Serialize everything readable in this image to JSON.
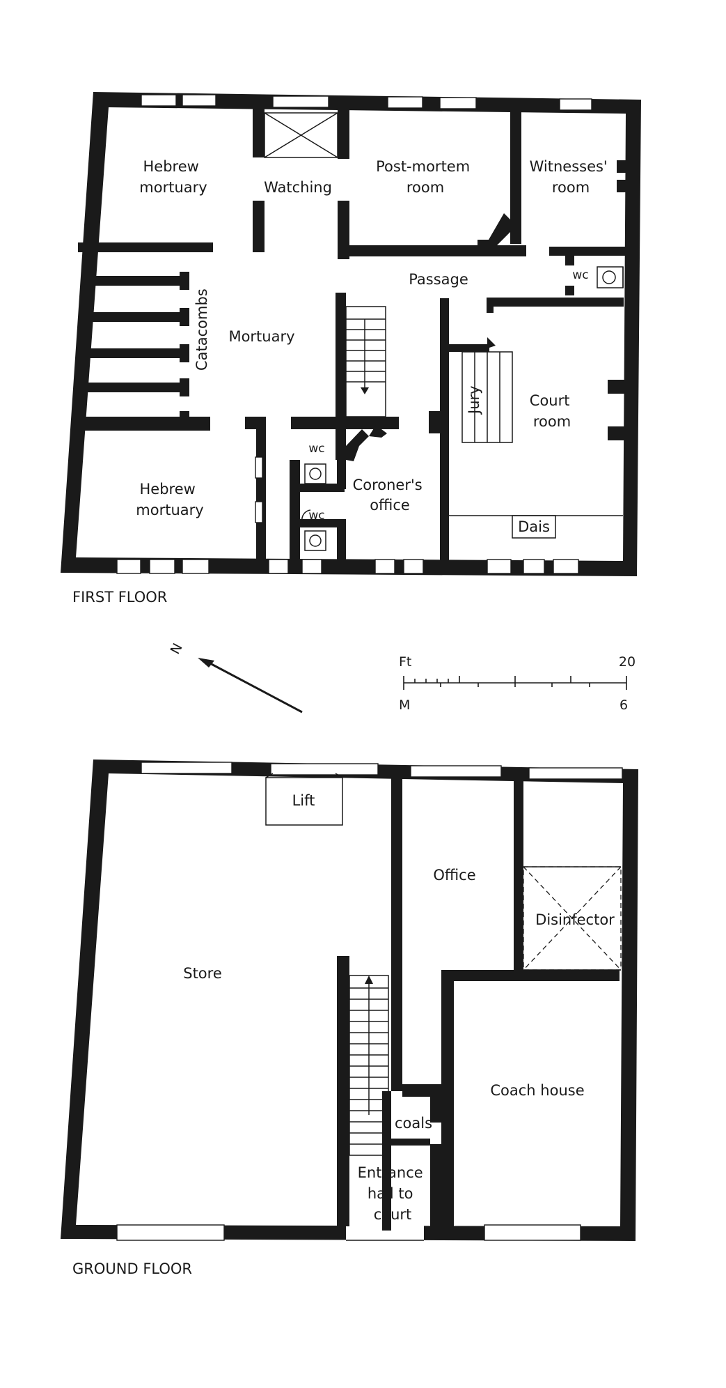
{
  "first_floor": {
    "title": "FIRST FLOOR",
    "rooms": {
      "hebrew_mortuary_top": [
        "Hebrew",
        "mortuary"
      ],
      "watching": "Watching",
      "post_mortem": [
        "Post-mortem",
        "room"
      ],
      "witnesses": [
        "Witnesses'",
        "room"
      ],
      "passage": "Passage",
      "wc_top": "wc",
      "catacombs": "Catacombs",
      "mortuary": "Mortuary",
      "jury": "Jury",
      "court_room": [
        "Court",
        "room"
      ],
      "wc_mid": "wc",
      "wc_low": "wc",
      "coroners_office": [
        "Coroner's",
        "office"
      ],
      "hebrew_mortuary_bottom": [
        "Hebrew",
        "mortuary"
      ],
      "dais": "Dais"
    }
  },
  "legend": {
    "north": "N",
    "scale": {
      "ft_label": "Ft",
      "ft_max": "20",
      "m_label": "M",
      "m_max": "6"
    }
  },
  "ground_floor": {
    "title": "GROUND FLOOR",
    "rooms": {
      "lift": "Lift",
      "office": "Office",
      "disinfector": "Disinfector",
      "store": "Store",
      "coach_house": "Coach house",
      "coals": "coals",
      "entrance": [
        "Entrance",
        "hall to",
        "court"
      ]
    }
  }
}
